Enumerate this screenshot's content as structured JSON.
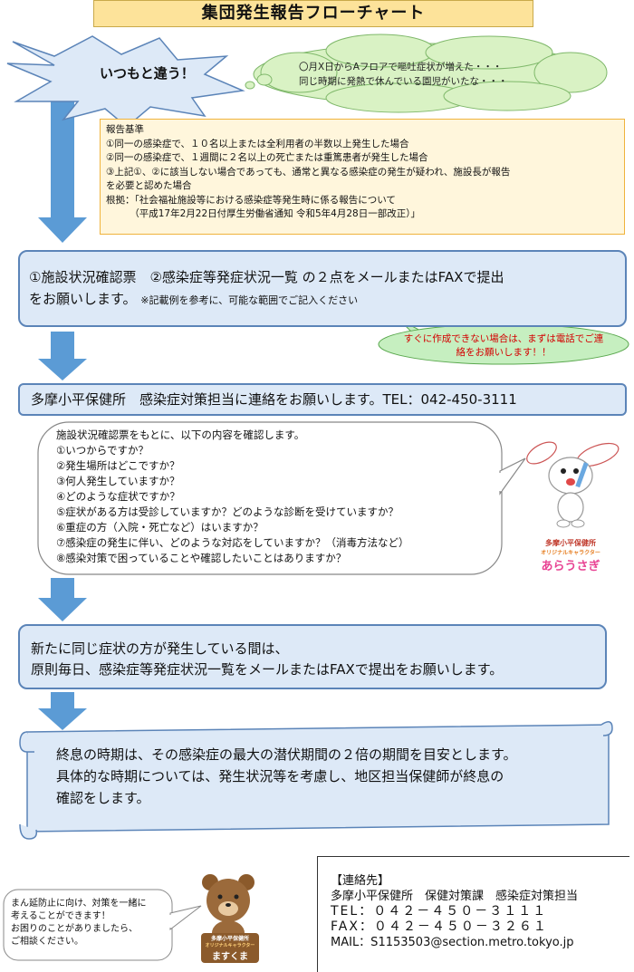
{
  "title": "集団発生報告フローチャート",
  "burst_text": "いつもと違う！",
  "cloud_lines": [
    "〇月X日からAフロアで嘔吐症状が増えた・・・",
    "同じ時期に発熱で休んでいる園児がいたな・・・"
  ],
  "criteria": {
    "heading": "報告基準",
    "lines": [
      "①同一の感染症で、１０名以上または全利用者の半数以上発生した場合",
      "②同一の感染症で、１週間に２名以上の死亡または重篤患者が発生した場合",
      "③上記①、②に該当しない場合であっても、通常と異なる感染症の発生が疑われ、施設長が報告",
      "を必要と認めた場合",
      "根拠：「社会福祉施設等における感染症等発生時に係る報告について",
      "　　　（平成17年2月22日付厚生労働省通知 令和5年4月28日一部改正）」"
    ]
  },
  "step1": {
    "line1": "①施設状況確認票　②感染症等発症状況一覧 の２点をメールまたはFAXで提出",
    "line2": "をお願いします。",
    "note": "※記載例を参考に、可能な範囲でご記入ください"
  },
  "callout_red": [
    "すぐに作成できない場合は、まずは電話でご連",
    "絡をお願いします！！"
  ],
  "step2": "多摩小平保健所　感染症対策担当に連絡をお願いします。TEL：042-450-3111",
  "questions": {
    "intro": "施設状況確認票をもとに、以下の内容を確認します。",
    "items": [
      "①いつからですか？",
      "②発生場所はどこですか？",
      "③何人発生していますか？",
      "④どのような症状ですか？",
      "⑤症状がある方は受診していますか？どのような診断を受けていますか？",
      "⑥重症の方（入院・死亡など）はいますか？",
      "⑦感染症の発生に伴い、どのような対応をしていますか？（消毒方法など）",
      "⑧感染対策で困っていることや確認したいことはありますか？"
    ]
  },
  "rabbit": {
    "label1": "多摩小平保健所",
    "label2": "オリジナルキャラクター",
    "name": "あらうさぎ"
  },
  "step3": [
    "新たに同じ症状の方が発生している間は、",
    "原則毎日、感染症等発症状況一覧をメールまたはFAXで提出をお願いします。"
  ],
  "step4": [
    "終息の時期は、その感染症の最大の潜伏期間の２倍の期間を目安とします。",
    "具体的な時期については、発生状況等を考慮し、地区担当保健師が終息の",
    "確認をします。"
  ],
  "bear": {
    "bubble": [
      "まん延防止に向け、対策を一緒に",
      "考えることができます！",
      "お困りのことがありましたら、",
      "ご相談ください。"
    ],
    "label1": "多摩小平保健所",
    "label2": "オリジナルキャラクター",
    "name": "ますくま"
  },
  "contact": {
    "heading": "【連絡先】",
    "org": "多摩小平保健所　保健対策課　感染症対策担当",
    "tel": "TEL：０４２－４５０－３１１１",
    "fax": "FAX：０４２－４５０－３２６１",
    "mail": "MAIL：S1153503@section.metro.tokyo.jp"
  },
  "colors": {
    "arrow": "#5b9bd5",
    "box_fill": "#dde9f7",
    "box_border": "#5b84b8",
    "title_fill": "#fde39a",
    "criteria_fill": "#fff6dc",
    "cloud_fill": "#d9f2c4",
    "callout_fill": "#c6efc0",
    "alert_text": "#d40000"
  }
}
